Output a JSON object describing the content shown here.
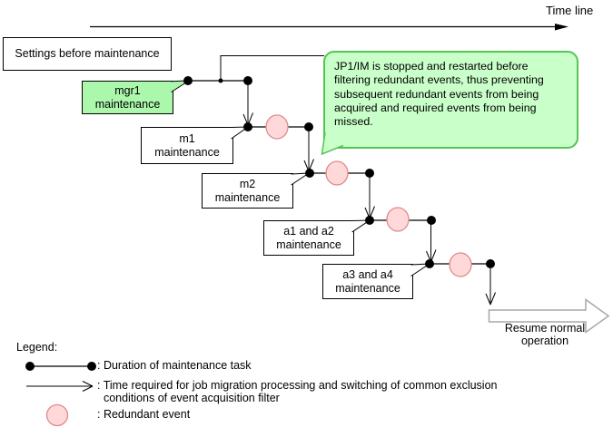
{
  "timeline": {
    "label": "Time line"
  },
  "nodes": {
    "settings": "Settings before maintenance",
    "mgr1": "mgr1\nmaintenance",
    "m1": "m1\nmaintenance",
    "m2": "m2\nmaintenance",
    "a1a2": "a1 and a2\nmaintenance",
    "a3a4": "a3 and a4\nmaintenance"
  },
  "callout": {
    "text": "JP1/IM is stopped and restarted before\nfiltering redundant events, thus preventing\nsubsequent redundant events from being\nacquired and required events from being\nmissed."
  },
  "resume": {
    "label": "Resume normal\noperation"
  },
  "legend": {
    "title": "Legend:",
    "items": [
      {
        "icon": "duration-line-symbol",
        "label": ": Duration of maintenance task"
      },
      {
        "icon": "time-arrow-symbol",
        "label": ": Time required for job migration processing and switching of common exclusion\n  conditions of event acquisition filter"
      },
      {
        "icon": "redundant-event-symbol",
        "label": ": Redundant event"
      }
    ]
  },
  "colors": {
    "highlight_box_fill": "#ABF7AB",
    "callout_fill": "#C9FFC9",
    "callout_border": "#55C455",
    "redundant_fill": "#FFD9D9",
    "redundant_border": "#E08A8A",
    "resume_arrow_border": "#A8A8A8",
    "line_color": "#000000"
  }
}
